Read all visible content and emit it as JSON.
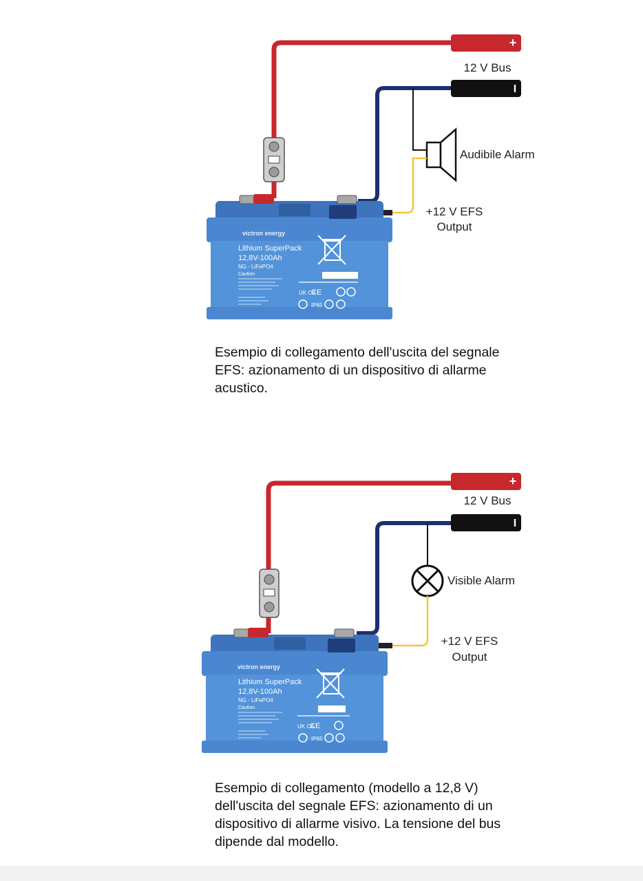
{
  "diagrams": [
    {
      "bus_label": "12 V Bus",
      "positive_symbol": "+",
      "negative_symbol": "I",
      "alarm_label": "Audibile Alarm",
      "efs_label_line1": "+12 V EFS",
      "efs_label_line2": "Output",
      "battery": {
        "brand": "victron energy",
        "model": "Lithium SuperPack",
        "rating": "12,8V-100Ah",
        "chemistry": "NG - LiFePO4",
        "caution": "Caution"
      },
      "caption": "Esempio di collegamento dell'uscita del segnale EFS: azionamento di un dispositivo di allarme acustico."
    },
    {
      "bus_label": "12 V Bus",
      "positive_symbol": "+",
      "negative_symbol": "I",
      "alarm_label": "Visible Alarm",
      "efs_label_line1": "+12 V EFS",
      "efs_label_line2": "Output",
      "battery": {
        "brand": "victron energy",
        "model": "Lithium SuperPack",
        "rating": "12,8V-100Ah",
        "chemistry": "NG - LiFePO4",
        "caution": "Caution"
      },
      "caption": "Esempio di collegamento (modello a 12,8 V) dell'uscita del segnale EFS: azionamento di un dispositivo di allarme visivo. La tensione del bus dipende dal modello."
    }
  ],
  "colors": {
    "positive_wire": "#c8272d",
    "negative_wire": "#1c2f6e",
    "signal_wire": "#f0c53a",
    "battery_body": "#4a87d0",
    "battery_lid": "#3d74bd",
    "terminal_black": "#111111"
  }
}
